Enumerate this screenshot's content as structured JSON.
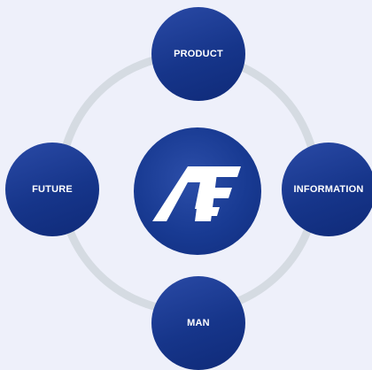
{
  "diagram": {
    "nodes": {
      "top": "PRODUCT",
      "left": "FUTURE",
      "right": "INFORMATION",
      "bottom": "MAN"
    },
    "center_logo": "af-logo",
    "colors": {
      "background": "#eef0fa",
      "ring": "#d5dbe2",
      "node": "#1a3a8f",
      "text": "#ffffff"
    }
  }
}
